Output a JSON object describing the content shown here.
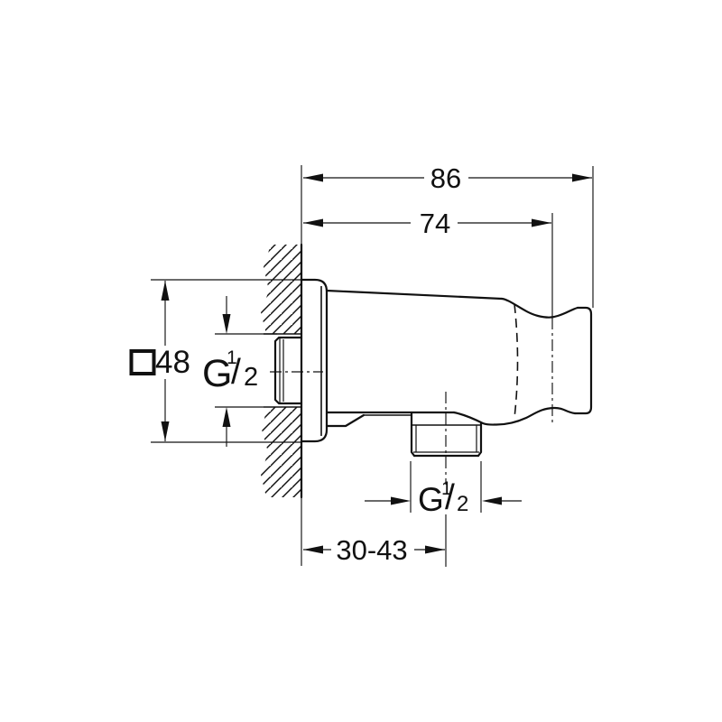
{
  "page": {
    "background": "#ffffff",
    "line_color": "#111111"
  },
  "dimensions": {
    "overall_depth": {
      "label": "86"
    },
    "depth_to_holder_center": {
      "label": "74"
    },
    "wall_plate_size": {
      "symbol_icon": "square-symbol",
      "label": "48"
    },
    "inlet_thread": {
      "letter": "G",
      "numerator": "1",
      "fraction_slash": "/",
      "denominator": "2"
    },
    "outlet_thread": {
      "letter": "G",
      "numerator": "1",
      "fraction_slash": "/",
      "denominator": "2"
    },
    "wall_depth_adjustment_range": {
      "label": "30-43"
    }
  }
}
